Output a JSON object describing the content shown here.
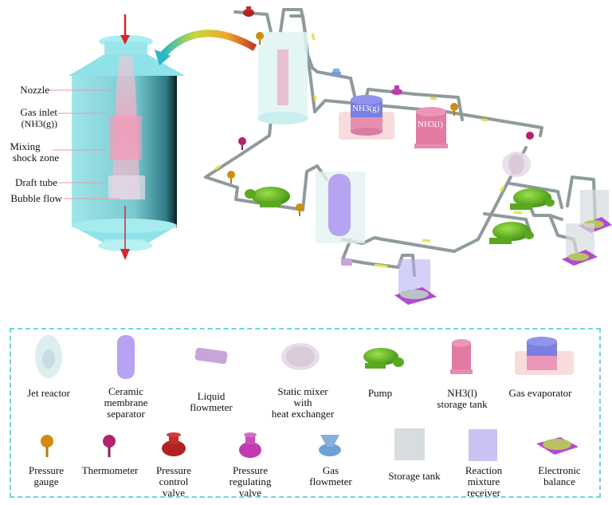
{
  "reactor_callout": {
    "labels": [
      {
        "id": "nozzle",
        "text": "Nozzle"
      },
      {
        "id": "gas-inlet",
        "text": "Gas inlet",
        "sub": "(NH3(g))"
      },
      {
        "id": "mixing-shock-zone",
        "text": "Mixing",
        "sub": "shock zone"
      },
      {
        "id": "draft-tube",
        "text": "Draft tube"
      },
      {
        "id": "bubble-flow",
        "text": "Bubble flow"
      }
    ]
  },
  "process_diagram": {
    "gas_evaporator_label": "NH3(g)",
    "storage_tank_label": "NH3(l)"
  },
  "colors": {
    "reactor_cyan": "#8ee8ec",
    "pipe_gray": "#8f9a9c",
    "pipe_yellow": "#e6e34a",
    "pump_green": "#6bbf2a",
    "pressure_gauge": "#d08b10",
    "thermometer": "#b0236e",
    "pressure_control_valve": "#b22222",
    "pressure_regulating_valve": "#c13ab0",
    "gas_flowmeter": "#6f9fd6",
    "membrane_purple": "#b6a4f2",
    "tank_pink": "#e78db0",
    "evaporator_blue": "#7a7fe0",
    "balance_magenta": "#b24ad0",
    "balance_plate": "#b9c260",
    "legend_border": "#6fd6dc",
    "arrow_red": "#d9262a"
  },
  "legend": {
    "row1": [
      {
        "id": "jet-reactor",
        "lines": [
          "Jet reactor"
        ]
      },
      {
        "id": "ceramic-membrane-separator",
        "lines": [
          "Ceramic",
          "membrane",
          "separator"
        ]
      },
      {
        "id": "liquid-flowmeter",
        "lines": [
          "Liquid",
          "flowmeter"
        ]
      },
      {
        "id": "static-mixer",
        "lines": [
          "Static mixer",
          "with",
          "heat exchanger"
        ]
      },
      {
        "id": "pump",
        "lines": [
          "Pump"
        ]
      },
      {
        "id": "nh3-storage-tank",
        "lines": [
          "NH3(l)",
          "storage tank"
        ]
      },
      {
        "id": "gas-evaporator",
        "lines": [
          "Gas evaporator"
        ]
      }
    ],
    "row2": [
      {
        "id": "pressure-gauge",
        "lines": [
          "Pressure",
          "gauge"
        ]
      },
      {
        "id": "thermometer",
        "lines": [
          "Thermometer"
        ]
      },
      {
        "id": "pressure-control-valve",
        "lines": [
          "Pressure",
          "control",
          "valve"
        ]
      },
      {
        "id": "pressure-regulating-valve",
        "lines": [
          "Pressure",
          "regulating",
          "valve"
        ]
      },
      {
        "id": "gas-flowmeter",
        "lines": [
          "Gas",
          "flowmeter"
        ]
      },
      {
        "id": "storage-tank",
        "lines": [
          "Storage tank"
        ]
      },
      {
        "id": "reaction-mixture-receiver",
        "lines": [
          "Reaction",
          "mixture",
          "receiver"
        ]
      },
      {
        "id": "electronic-balance",
        "lines": [
          "Electronic",
          "balance"
        ]
      }
    ]
  }
}
